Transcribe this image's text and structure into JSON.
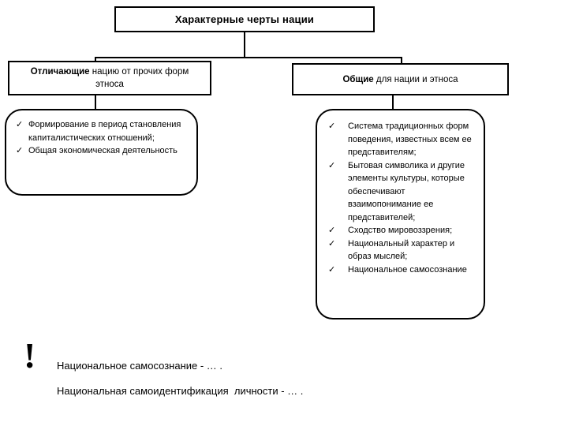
{
  "diagram": {
    "title": {
      "text": "Характерные черты нации"
    },
    "branches": [
      {
        "head_bold": "Отличающие",
        "head_rest": " нацию от прочих форм этноса",
        "bullet_icon": "check-icon",
        "items": [
          "Формирование в период становления капиталистических отношений;",
          "Общая экономическая деятельность"
        ]
      },
      {
        "head_bold": "Общие",
        "head_rest": " для нации и этноса",
        "bullet_icon": "check-icon",
        "items": [
          "Система традиционных форм поведения, известных всем ее представителям;",
          "Бытовая символика и другие элементы культуры, которые обеспечивают взаимопонимание ее представителей;",
          "Сходство мировоззрения;",
          "Национальный характер и образ мыслей;",
          "Национальное самосознание"
        ]
      }
    ]
  },
  "footnote": {
    "marker": "!",
    "marker_icon": "exclamation-mark-icon",
    "lines": [
      "Национальное самосознание - … .",
      "Национальная самоидентификация  личности - … ."
    ]
  },
  "colors": {
    "stroke": "#000000",
    "background": "#ffffff",
    "text": "#000000"
  }
}
